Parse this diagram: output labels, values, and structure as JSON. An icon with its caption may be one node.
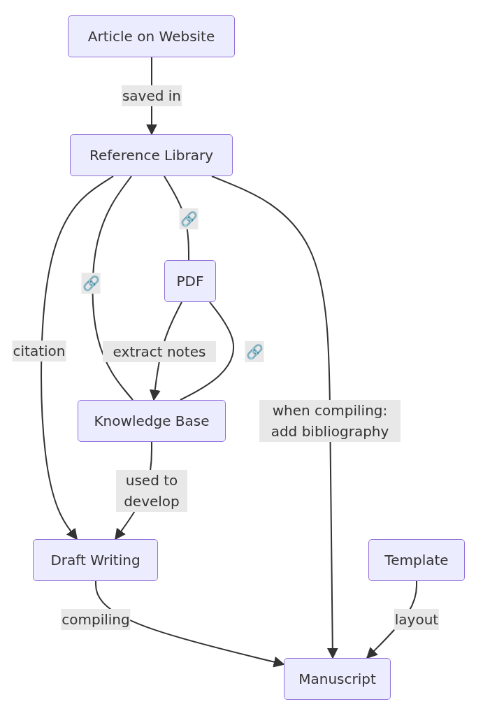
{
  "diagram": {
    "nodes": [
      {
        "text": [
          "Article on Website"
        ]
      },
      {
        "text": [
          "Reference Library"
        ]
      },
      {
        "text": [
          "PDF"
        ]
      },
      {
        "text": [
          "Knowledge Base"
        ]
      },
      {
        "text": [
          "Draft Writing"
        ]
      },
      {
        "text": [
          "Template"
        ]
      },
      {
        "text": [
          "Manuscript"
        ]
      }
    ],
    "edges": [
      {
        "from": 0,
        "to": 1,
        "arrow": "to",
        "label": "saved in"
      },
      {
        "from": 1,
        "to": 2,
        "arrow": "none",
        "label": "🔗"
      },
      {
        "from": 1,
        "to": 3,
        "arrow": "none",
        "label": "🔗"
      },
      {
        "from": 2,
        "to": 3,
        "arrow": "to",
        "label": "extract notes"
      },
      {
        "from": 2,
        "to": 3,
        "arrow": "none",
        "label": "🔗"
      },
      {
        "from": 1,
        "to": 4,
        "arrow": "to",
        "label": "citation"
      },
      {
        "from": 1,
        "to": 6,
        "arrow": "to",
        "label": "when compiling: add bibliography"
      },
      {
        "from": 3,
        "to": 4,
        "arrow": "to",
        "label": "used to develop"
      },
      {
        "from": 4,
        "to": 6,
        "arrow": "to",
        "label": "compiling"
      },
      {
        "from": 5,
        "to": 6,
        "arrow": "to",
        "label": "layout"
      }
    ]
  }
}
